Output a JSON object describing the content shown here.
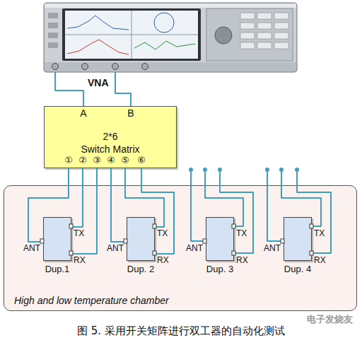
{
  "diagram": {
    "caption": "图 5. 采用开关矩阵进行双工器的自动化测试",
    "nodes": [
      {
        "text": [
          "VNA"
        ]
      },
      {
        "text": [
          "2*6",
          "Switch Matrix"
        ]
      },
      {
        "text": [
          "High and low temperature chamber"
        ]
      },
      {
        "text": [
          "Dup.1"
        ],
        "in": 2
      },
      {
        "text": [
          "Dup. 2"
        ],
        "in": 2
      },
      {
        "text": [
          "Dup. 3"
        ],
        "in": 2
      },
      {
        "text": [
          "Dup. 4"
        ],
        "in": 2
      }
    ],
    "edges": [
      {
        "from": 0,
        "to": 1,
        "arrow": "none"
      },
      {
        "from": 0,
        "to": 1,
        "arrow": "none"
      },
      {
        "from": 1,
        "to": 3,
        "arrow": "none"
      },
      {
        "from": 1,
        "to": 3,
        "arrow": "none"
      },
      {
        "from": 1,
        "to": 3,
        "arrow": "none"
      },
      {
        "from": 1,
        "to": 4,
        "arrow": "none"
      },
      {
        "from": 1,
        "to": 4,
        "arrow": "none"
      },
      {
        "from": 1,
        "to": 4,
        "arrow": "none"
      }
    ],
    "labels": [
      "A",
      "B",
      "①",
      "②",
      "③",
      "④",
      "⑤",
      "⑥",
      "ANT",
      "TX",
      "RX",
      "ANT",
      "TX",
      "RX",
      "ANT",
      "TX",
      "RX",
      "ANT",
      "TX",
      "RX",
      "电子发烧友"
    ]
  }
}
